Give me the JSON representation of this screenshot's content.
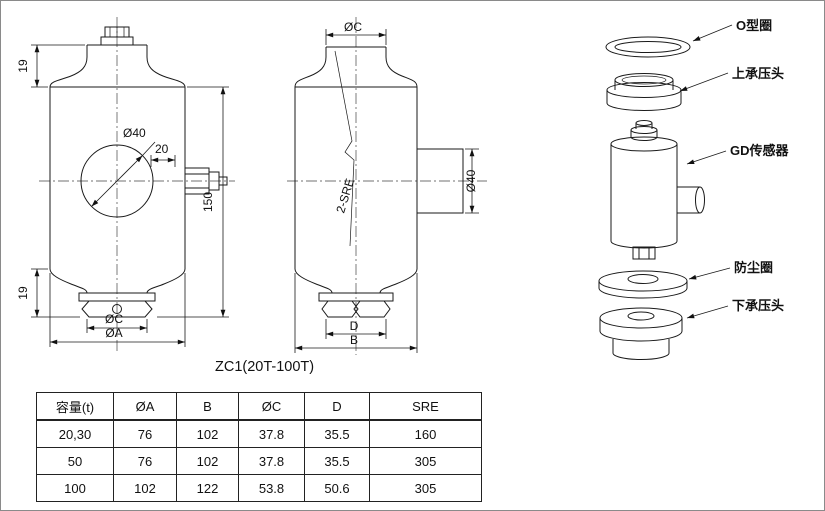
{
  "title": "ZC1(20T-100T)",
  "front_view": {
    "dim_top": "19",
    "dim_bottom": "19",
    "dim_height": "150",
    "dim_circle": "Ø40",
    "dim_offset": "20",
    "dim_inner": "ØC",
    "dim_outer": "ØA"
  },
  "side_view": {
    "dim_top": "ØC",
    "cable": "2-SRE",
    "dim_boss": "Ø40",
    "dim_inner": "D",
    "dim_outer": "B"
  },
  "exploded": {
    "labels": [
      "O型圈",
      "上承压头",
      "GD传感器",
      "防尘圈",
      "下承压头"
    ]
  },
  "table": {
    "headers": [
      "容量(t)",
      "ØA",
      "B",
      "ØC",
      "D",
      "SRE"
    ],
    "rows": [
      [
        "20,30",
        "76",
        "102",
        "37.8",
        "35.5",
        "160"
      ],
      [
        "50",
        "76",
        "102",
        "37.8",
        "35.5",
        "305"
      ],
      [
        "100",
        "102",
        "122",
        "53.8",
        "50.6",
        "305"
      ]
    ]
  }
}
